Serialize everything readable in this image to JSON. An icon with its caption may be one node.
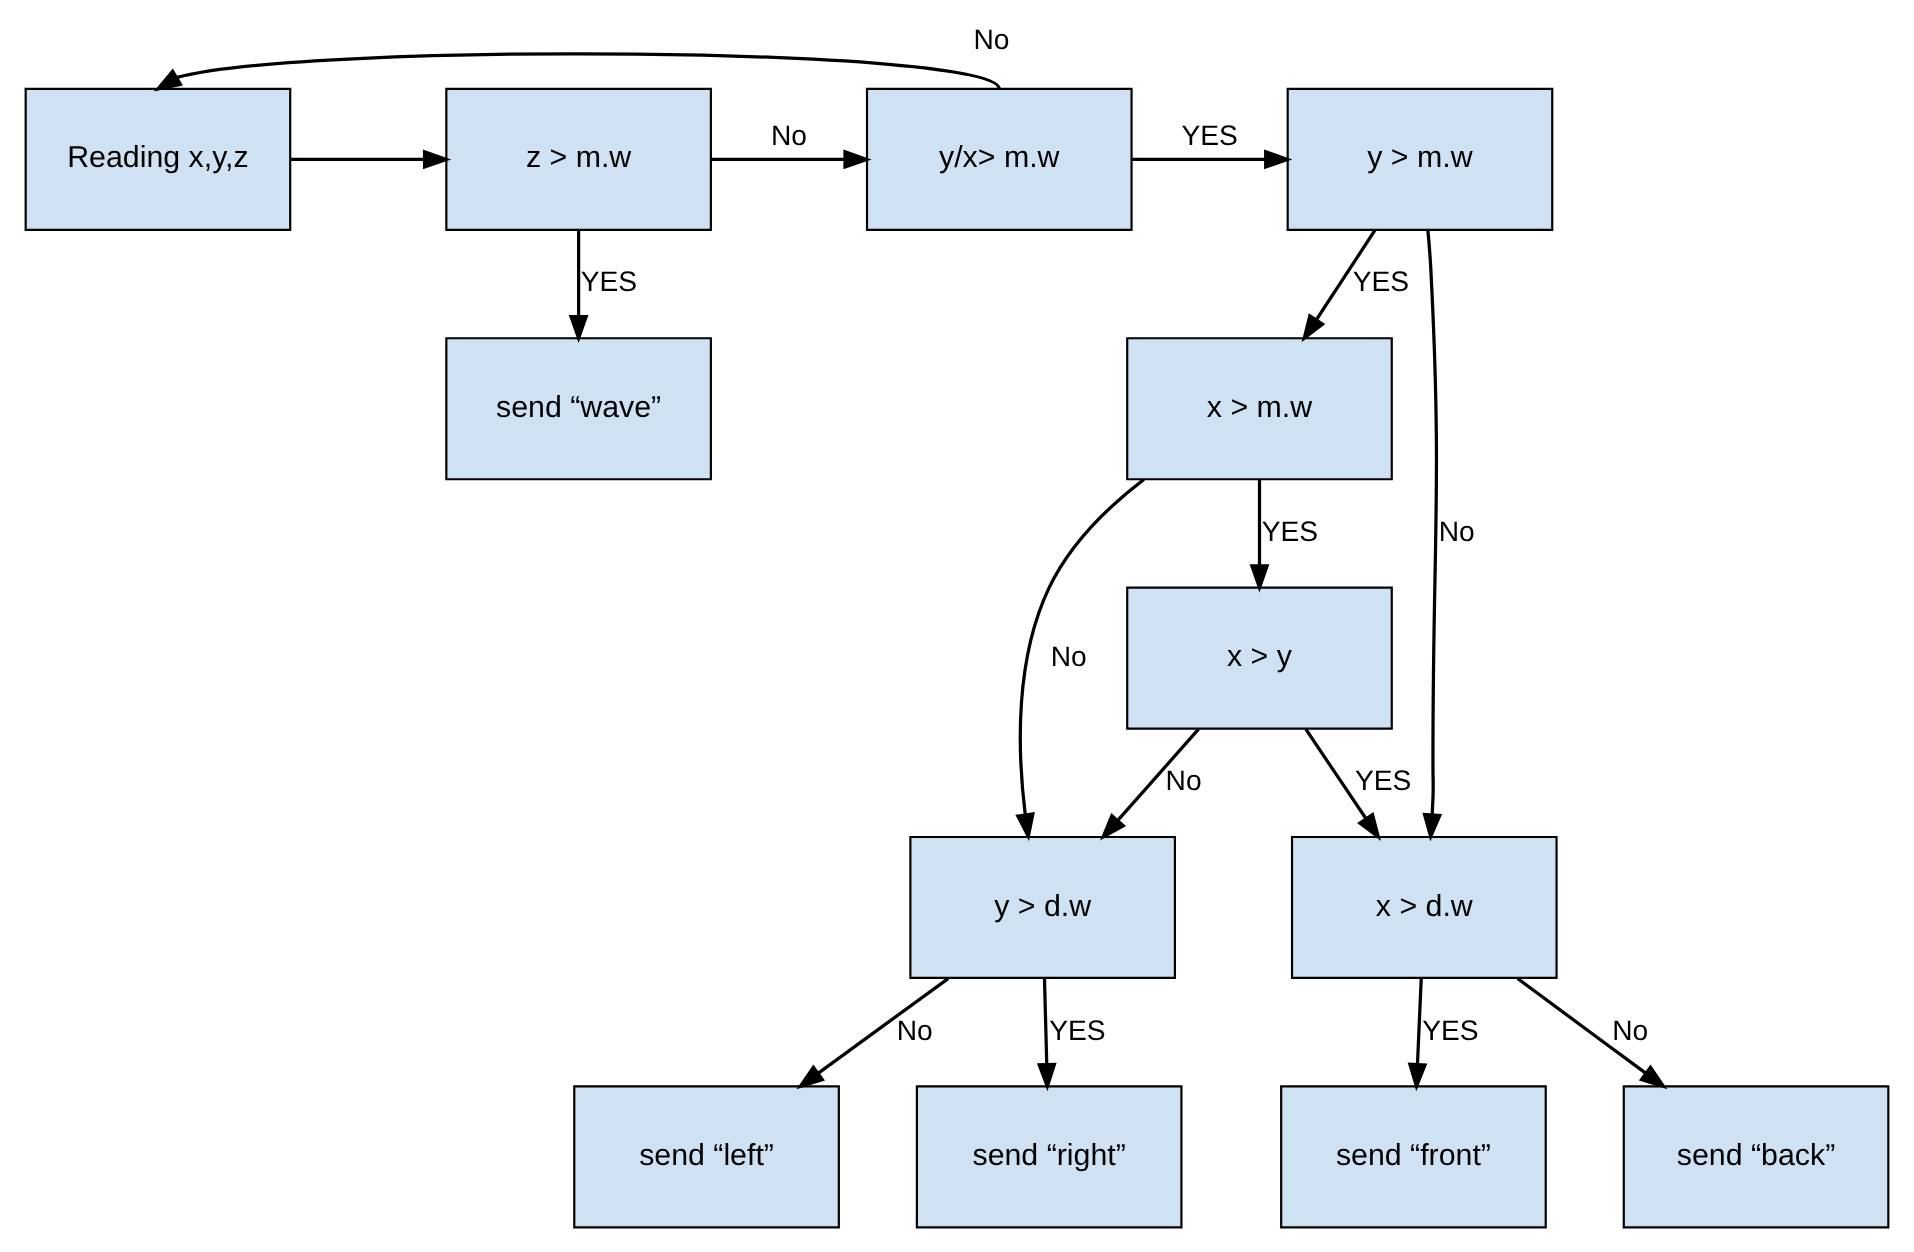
{
  "diagram": {
    "nodes": [
      {
        "text": [
          "Reading x,y,z"
        ]
      },
      {
        "text": [
          "z > m.w"
        ]
      },
      {
        "text": [
          "y/x> m.w"
        ]
      },
      {
        "text": [
          "y > m.w"
        ]
      },
      {
        "text": [
          "send “wave”"
        ]
      },
      {
        "text": [
          "x > m.w"
        ]
      },
      {
        "text": [
          "x > y"
        ]
      },
      {
        "text": [
          "y > d.w"
        ]
      },
      {
        "text": [
          "x > d.w"
        ]
      },
      {
        "text": [
          "send “left”"
        ]
      },
      {
        "text": [
          "send “right”"
        ]
      },
      {
        "text": [
          "send “front”"
        ]
      },
      {
        "text": [
          "send “back”"
        ]
      }
    ],
    "edges": [
      {
        "from": 0,
        "to": 1,
        "arrow": "to"
      },
      {
        "from": 1,
        "to": 2,
        "label": "No",
        "arrow": "to"
      },
      {
        "from": 2,
        "to": 0,
        "label": "No",
        "arrow": "to"
      },
      {
        "from": 2,
        "to": 3,
        "label": "YES",
        "arrow": "to"
      },
      {
        "from": 1,
        "to": 4,
        "label": "YES",
        "arrow": "to"
      },
      {
        "from": 3,
        "to": 5,
        "label": "YES",
        "arrow": "to"
      },
      {
        "from": 3,
        "to": 8,
        "label": "No",
        "arrow": "to"
      },
      {
        "from": 5,
        "to": 7,
        "label": "No",
        "arrow": "to"
      },
      {
        "from": 5,
        "to": 6,
        "label": "YES",
        "arrow": "to"
      },
      {
        "from": 6,
        "to": 7,
        "label": "No",
        "arrow": "to"
      },
      {
        "from": 6,
        "to": 8,
        "label": "YES",
        "arrow": "to"
      },
      {
        "from": 7,
        "to": 9,
        "label": "No",
        "arrow": "to"
      },
      {
        "from": 7,
        "to": 10,
        "label": "YES",
        "arrow": "to"
      },
      {
        "from": 8,
        "to": 11,
        "label": "YES",
        "arrow": "to"
      },
      {
        "from": 8,
        "to": 12,
        "label": "No",
        "arrow": "to"
      }
    ]
  }
}
